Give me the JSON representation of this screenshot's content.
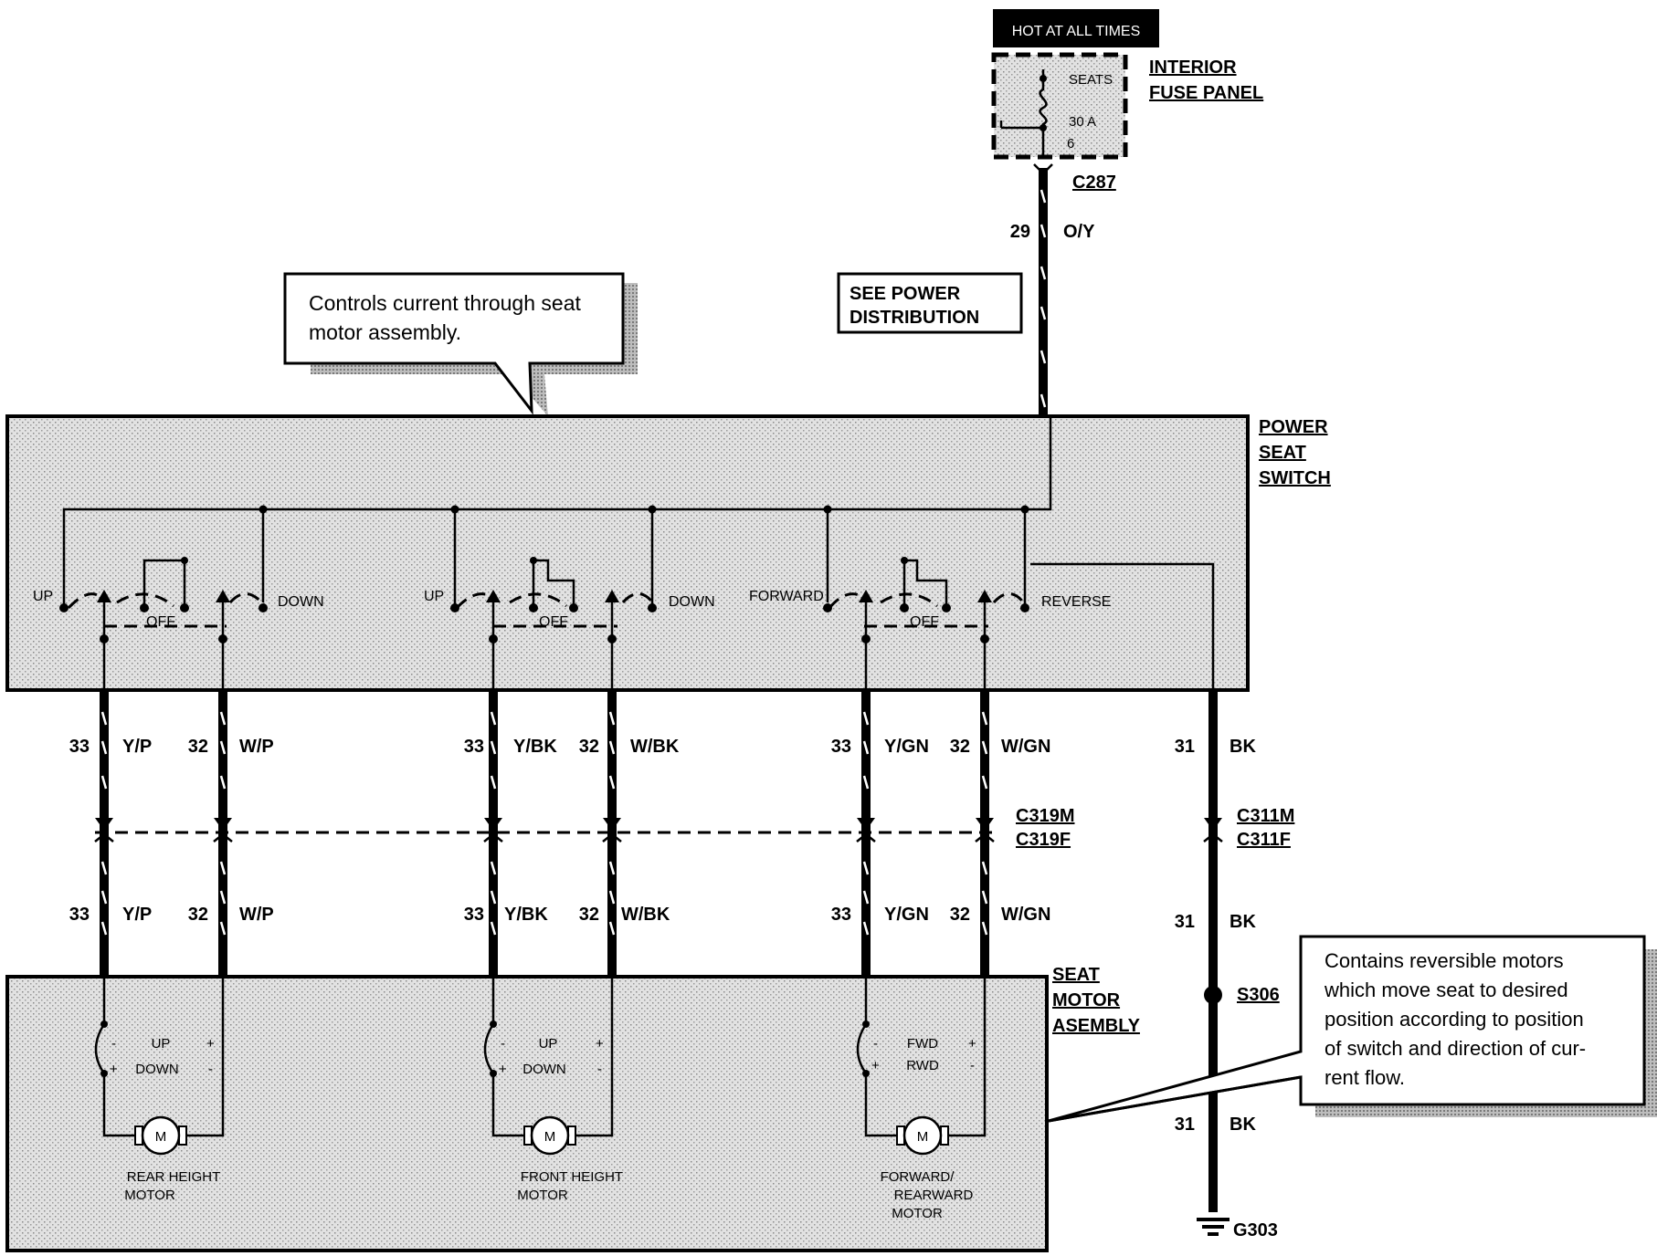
{
  "fuse": {
    "hot_label": "HOT AT ALL TIMES",
    "name": "SEATS",
    "rating": "30 A",
    "number": "6",
    "panel_line1": "INTERIOR",
    "panel_line2": "FUSE PANEL"
  },
  "feed": {
    "connector": "C287",
    "circuit": "29",
    "color": "O/Y",
    "see_line1": "SEE POWER",
    "see_line2": "DISTRIBUTION"
  },
  "callouts": {
    "switch_line1": "Controls current through seat",
    "switch_line2": "motor assembly.",
    "motor_lines": [
      "Contains reversible motors",
      "which move seat to desired",
      "position according to position",
      "of switch and  direction of cur-",
      "rent flow."
    ]
  },
  "switch": {
    "title_lines": [
      "POWER",
      "SEAT",
      "SWITCH"
    ],
    "sections": [
      {
        "left": "UP",
        "off": "OFF",
        "right": "DOWN"
      },
      {
        "left": "UP",
        "off": "OFF",
        "right": "DOWN"
      },
      {
        "left": "FORWARD",
        "off": "OFF",
        "right": "REVERSE"
      }
    ]
  },
  "wires": [
    {
      "circuit": "33",
      "color": "Y/P"
    },
    {
      "circuit": "32",
      "color": "W/P"
    },
    {
      "circuit": "33",
      "color": "Y/BK"
    },
    {
      "circuit": "32",
      "color": "W/BK"
    },
    {
      "circuit": "33",
      "color": "Y/GN"
    },
    {
      "circuit": "32",
      "color": "W/GN"
    }
  ],
  "ground_wire": {
    "circuit": "31",
    "color": "BK"
  },
  "connectors": {
    "seat_m": "C319M",
    "seat_f": "C319F",
    "gnd_m": "C311M",
    "gnd_f": "C311F"
  },
  "splice": "S306",
  "ground": "G303",
  "motor_assembly": {
    "title_lines": [
      "SEAT",
      "MOTOR",
      "ASEMBLY"
    ],
    "motors": [
      {
        "dir1": "UP",
        "dir2": "DOWN",
        "symbol": "M",
        "name1": "REAR HEIGHT",
        "name2": "MOTOR",
        "name3": ""
      },
      {
        "dir1": "UP",
        "dir2": "DOWN",
        "symbol": "M",
        "name1": "FRONT  HEIGHT",
        "name2": "MOTOR",
        "name3": ""
      },
      {
        "dir1": "FWD",
        "dir2": "RWD",
        "symbol": "M",
        "name1": "FORWARD/",
        "name2": "REARWARD",
        "name3": "MOTOR"
      }
    ]
  }
}
